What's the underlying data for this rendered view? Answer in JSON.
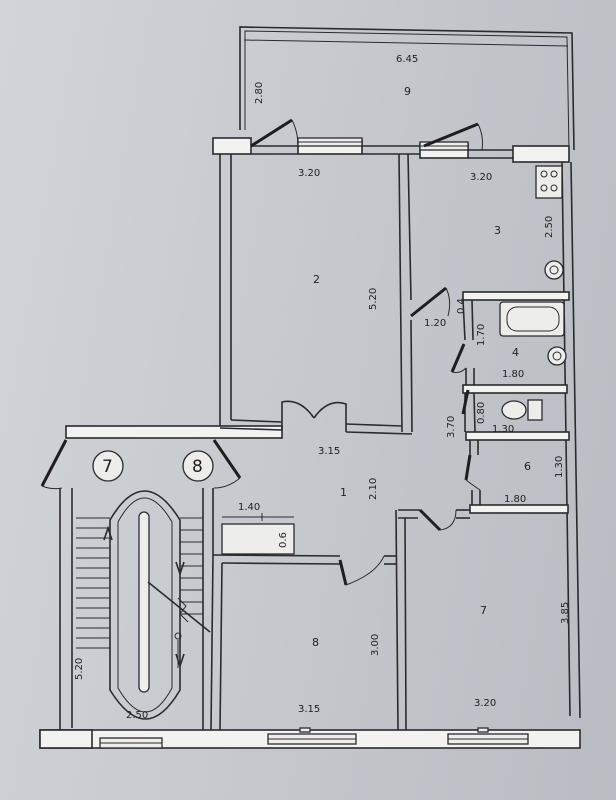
{
  "floor_plan": {
    "rooms": [
      {
        "id": "room-9",
        "number": "9"
      },
      {
        "id": "room-2",
        "number": "2"
      },
      {
        "id": "room-3",
        "number": "3"
      },
      {
        "id": "room-4",
        "number": "4"
      },
      {
        "id": "room-1",
        "number": "1"
      },
      {
        "id": "room-6",
        "number": "6"
      },
      {
        "id": "room-7",
        "number": "7"
      },
      {
        "id": "room-8",
        "number": "8"
      }
    ],
    "stair_markers": [
      "7",
      "8"
    ],
    "dimensions": {
      "balcony_width": "6.45",
      "balcony_depth": "2.80",
      "room2_width": "3.20",
      "room2_length": "5.20",
      "room3_width": "3.20",
      "room3_length": "2.50",
      "door_120": "1.20",
      "door_04": "0.4",
      "bath_length": "1.70",
      "bath_width": "1.80",
      "corridor_width": "3.15",
      "corridor_length": "2.10",
      "hall_length": "3.70",
      "wc_length": "0.80",
      "wc_width": "1.30",
      "room6_width": "1.80",
      "room6_length": "1.30",
      "closet_width": "1.40",
      "closet_depth": "0.6",
      "room8_length": "3.00",
      "room8_width": "3.15",
      "room7_length": "3.85",
      "room7_width": "3.20",
      "stair_length": "5.20",
      "stair_width": "2.50"
    }
  }
}
